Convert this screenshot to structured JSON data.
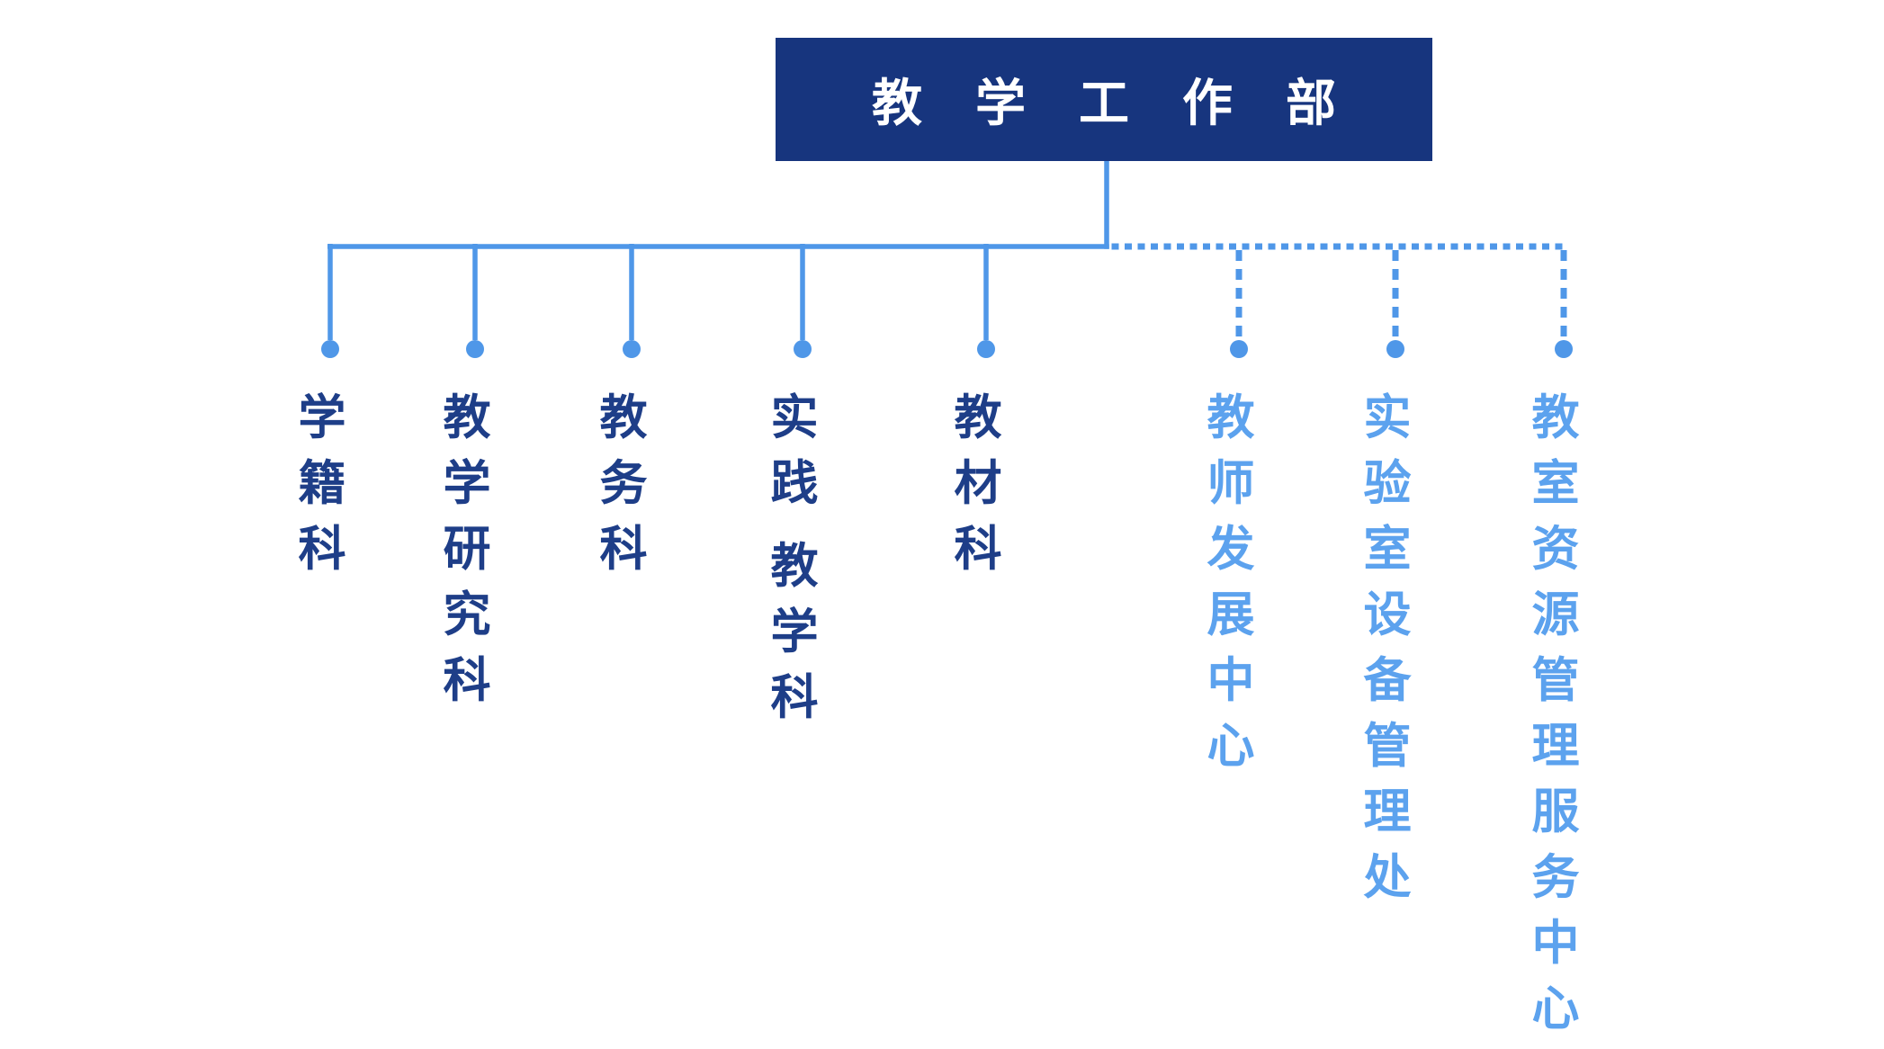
{
  "root": {
    "label": "教学工作部"
  },
  "colors": {
    "background": "#ffffff",
    "root_box_bg": "#17357e",
    "root_box_text": "#ffffff",
    "connector_blue": "#4f97e8",
    "solid_label_text": "#1e3e88",
    "dotted_label_text": "#5ca2ee"
  },
  "departments": [
    {
      "name": "学籍科",
      "connection": "solid"
    },
    {
      "name": "教学研究科",
      "connection": "solid"
    },
    {
      "name": "教务科",
      "connection": "solid"
    },
    {
      "name": "实践 教学科",
      "connection": "solid"
    },
    {
      "name": "教材科",
      "connection": "solid"
    },
    {
      "name": "教师发展中心",
      "connection": "dotted"
    },
    {
      "name": "实验室设备管理处",
      "connection": "dotted"
    },
    {
      "name": "教室资源管理服务中心",
      "connection": "dotted"
    }
  ]
}
